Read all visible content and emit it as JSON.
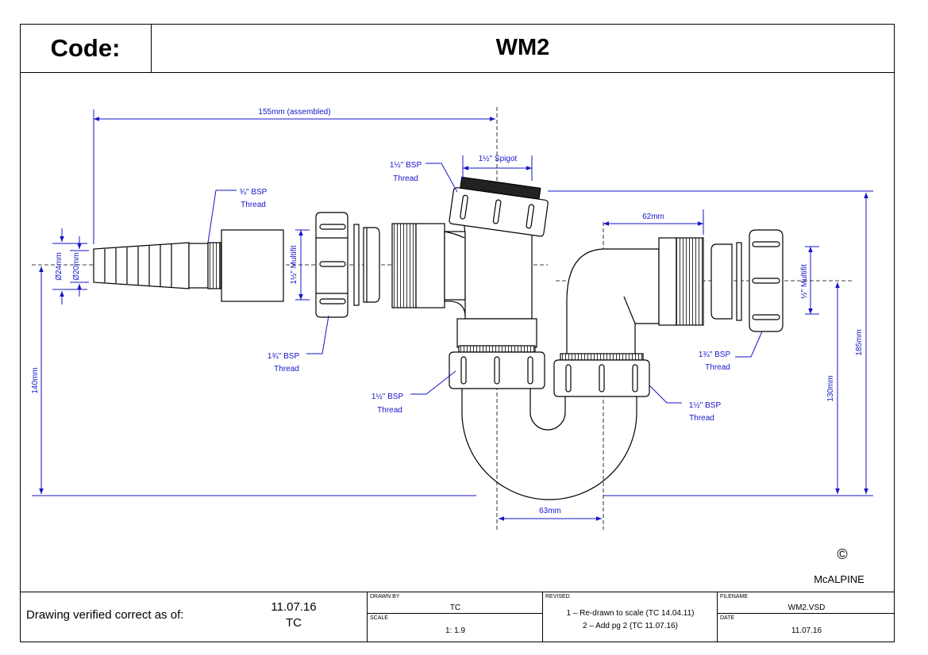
{
  "header": {
    "code_label": "Code:",
    "code_value": "WM2"
  },
  "dimensions": {
    "assembled": "155mm (assembled)",
    "spigot": "1½\" Spigot",
    "d62": "62mm",
    "d63": "63mm",
    "d140": "140mm",
    "d130": "130mm",
    "d185": "185mm",
    "dia24": "Ø24mm",
    "dia20": "Ø20mm",
    "multifit_left": "1½\" Multifit",
    "multifit_right": "½\" Multifit"
  },
  "callouts": {
    "thread34_l1": "¾\" BSP",
    "thread34_l2": "Thread",
    "thread112_top_l1": "1½\" BSP",
    "thread112_top_l2": "Thread",
    "thread134_left_l1": "1¾\" BSP",
    "thread134_left_l2": "Thread",
    "thread112_midleft_l1": "1½\" BSP",
    "thread112_midleft_l2": "Thread",
    "thread112_midright_l1": "1½\" BSP",
    "thread112_midright_l2": "Thread",
    "thread134_right_l1": "1¾\" BSP",
    "thread134_right_l2": "Thread"
  },
  "brand": {
    "copyright": "©",
    "name": "McALPINE"
  },
  "title_block": {
    "verified_label": "Drawing verified  correct as of:",
    "verified_date": "11.07.16",
    "verified_by": "TC",
    "drawn_by_label": "DRAWN BY",
    "drawn_by": "TC",
    "scale_label": "SCALE",
    "scale": "1: 1.9",
    "revised_label": "REVISED",
    "revision1": "1 – Re-drawn to scale (TC 14.04.11)",
    "revision2": "2 – Add pg 2 (TC 11.07.16)",
    "filename_label": "FILENAME",
    "filename": "WM2.VSD",
    "date_label": "DATE",
    "date": "11.07.16"
  },
  "colors": {
    "dimension": "#1515c8",
    "line": "#000000",
    "centerline": "#000000"
  }
}
